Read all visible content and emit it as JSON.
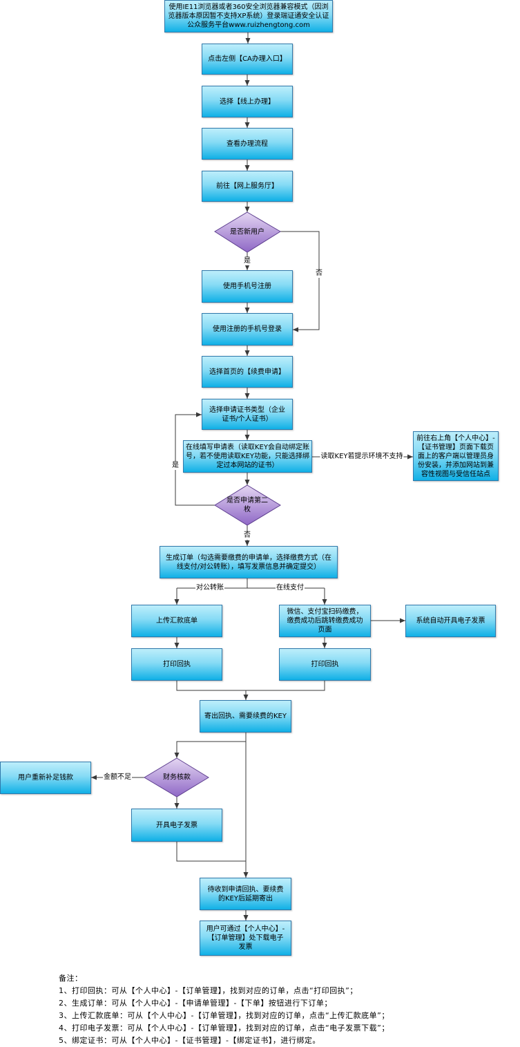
{
  "nodes": {
    "start": "使用IE11浏览器或者360安全浏览器兼容模式（因浏览器版本原因暂不支持XP系统）登录瑞证通安全认证公众服务平台www.ruizhengtong.com",
    "ca_entry": "点击左侧【CA办理入口】",
    "online": "选择【线上办理】",
    "view_process": "查看办理流程",
    "service_hall": "前往【网上服务厅】",
    "new_user": "是否新用户",
    "register": "使用手机号注册",
    "login": "使用注册的手机号登录",
    "renew_apply": "选择首页的【续费申请】",
    "cert_type": "选择申请证书类型（企业证书/个人证书）",
    "fill_form": "在线填写申请表（读取KEY会自动绑定账号，若不使用读取KEY功能，只能选择绑定过本网站的证书）",
    "env_fix": "前往右上角【个人中心】-【证书管理】页面下载页面上的客户端以管理员身份安装，并添加网站到兼容性视图与受信任站点",
    "second_cert": "是否申请第二枚",
    "gen_order": "生成订单（勾选需要缴费的申请单，选择缴费方式（在线支付/对公转账），填写发票信息并确定提交）",
    "upload_slip": "上传汇款底单",
    "scan_pay": "微信、支付宝扫码缴费，缴费成功后跳转缴费成功页面",
    "auto_invoice": "系统自动开具电子发票",
    "print_receipt_left": "打印回执",
    "print_receipt_right": "打印回执",
    "mail_key": "寄出回执、需要续费的KEY",
    "finance_check": "财务核款",
    "top_up": "用户重新补足钱款",
    "issue_invoice": "开具电子发票",
    "delay_mail": "待收到申请回执、要续费的KEY后延期寄出",
    "download_invoice": "用户可通过【个人中心】-【订单管理】处下载电子发票"
  },
  "edges": {
    "yes_new": "是",
    "no_new": "否",
    "env_unsupported": "读取KEY若提示环境不支持",
    "yes_second": "是",
    "no_second": "否",
    "bank_transfer": "对公转账",
    "online_pay": "在线支付",
    "insufficient": "金额不足"
  },
  "notes": {
    "title": "备注：",
    "items": [
      "1、打印回执：可从【个人中心】-【订单管理】，找到对应的订单，点击“打印回执”；",
      "2、生成订单：可从【个人中心】-【申请单管理】-【下单】按钮进行下订单；",
      "3、上传汇款底单：可从【个人中心】-【订单管理】，找到对应的订单，点击“上传汇款底单”；",
      "4、打印电子发票：可从【个人中心】-【订单管理】，找到对应的订单，点击“电子发票下载”；",
      "5、绑定证书：可从【个人中心】-【证书管理】-【绑定证书】，进行绑定。"
    ]
  },
  "colors": {
    "box_top": "#bdeefb",
    "box_bottom": "#10b0e6",
    "box_border": "#2f78aa",
    "diamond_top": "#e4d6f2",
    "diamond_bottom": "#8f68c6",
    "diamond_border": "#5e3f8f",
    "line": "#3a3a3a"
  }
}
